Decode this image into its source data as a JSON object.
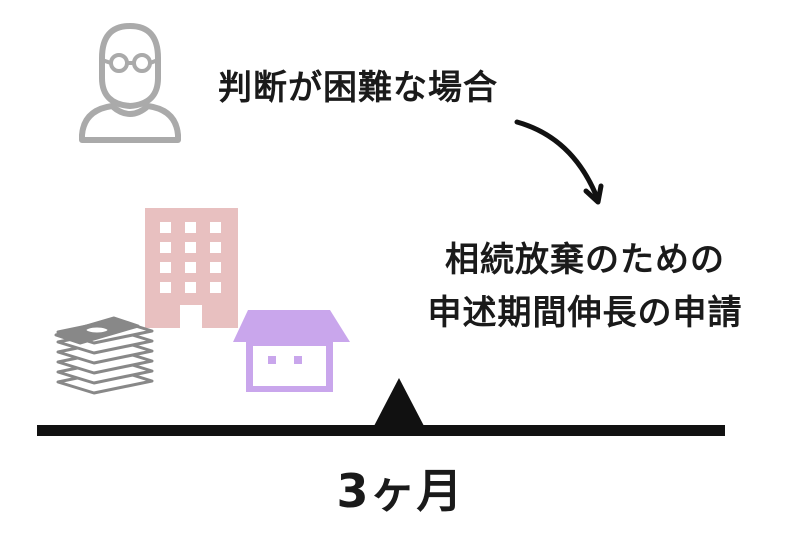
{
  "labels": {
    "difficult_case": "判断が困難な場合",
    "request_line1": "相続放棄のための",
    "request_line2": "申述期間伸長の申請",
    "period": "3ヶ月"
  },
  "icons": {
    "person": "person-with-glasses-icon",
    "building": "building-icon",
    "house": "house-icon",
    "money": "money-stack-icon",
    "arrow": "curved-arrow-icon",
    "fulcrum": "triangle-fulcrum-icon"
  },
  "colors": {
    "person": "#aaaaaa",
    "building": "#e8c0c0",
    "house": "#c9a6ec",
    "money": "#888888",
    "line": "#111111"
  }
}
